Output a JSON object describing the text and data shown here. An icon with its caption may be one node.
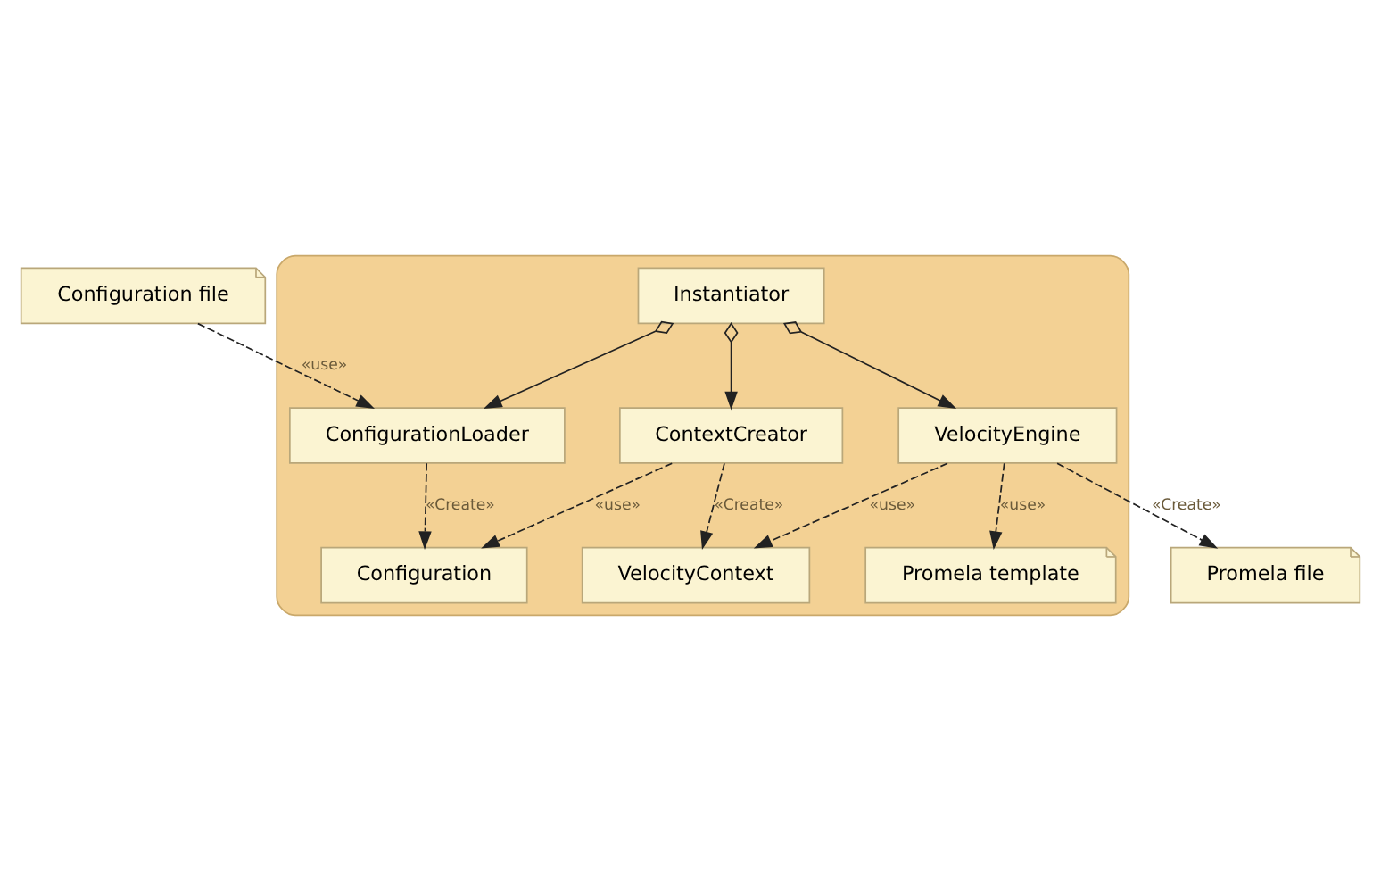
{
  "diagram": {
    "nodes": [
      {
        "text": [
          "Configuration file"
        ]
      },
      {
        "text": [
          "Promela file"
        ]
      },
      {
        "text": [],
        "shape": "box"
      },
      {
        "text": [
          "Instantiator"
        ],
        "in": 2
      },
      {
        "text": [
          "ConfigurationLoader"
        ],
        "in": 2
      },
      {
        "text": [
          "ContextCreator"
        ],
        "in": 2
      },
      {
        "text": [
          "VelocityEngine"
        ],
        "in": 2
      },
      {
        "text": [
          "Configuration"
        ],
        "in": 2
      },
      {
        "text": [
          "VelocityContext"
        ],
        "in": 2
      },
      {
        "text": [
          "Promela template"
        ],
        "in": 2
      }
    ],
    "edges": [
      {
        "from": 0,
        "to": 4,
        "arrow": "to",
        "style": "dashed",
        "label": "«use»"
      },
      {
        "from": 6,
        "to": 1,
        "arrow": "to",
        "style": "dashed",
        "label": "«Create»"
      },
      {
        "from": 3,
        "to": 4,
        "arrow": "to"
      },
      {
        "from": 3,
        "to": 5,
        "arrow": "to"
      },
      {
        "from": 3,
        "to": 6,
        "arrow": "to"
      },
      {
        "from": 4,
        "to": 7,
        "arrow": "to",
        "style": "dashed",
        "label": "«Create»"
      },
      {
        "from": 5,
        "to": 8,
        "arrow": "to",
        "style": "dashed",
        "label": "«Create»"
      },
      {
        "from": 6,
        "to": 9,
        "arrow": "to",
        "style": "dashed",
        "label": "«use»"
      },
      {
        "from": 5,
        "to": 7,
        "arrow": "to",
        "style": "dashed",
        "label": "«use»"
      },
      {
        "from": 6,
        "to": 8,
        "arrow": "to",
        "style": "dashed",
        "label": "«use»"
      }
    ]
  }
}
